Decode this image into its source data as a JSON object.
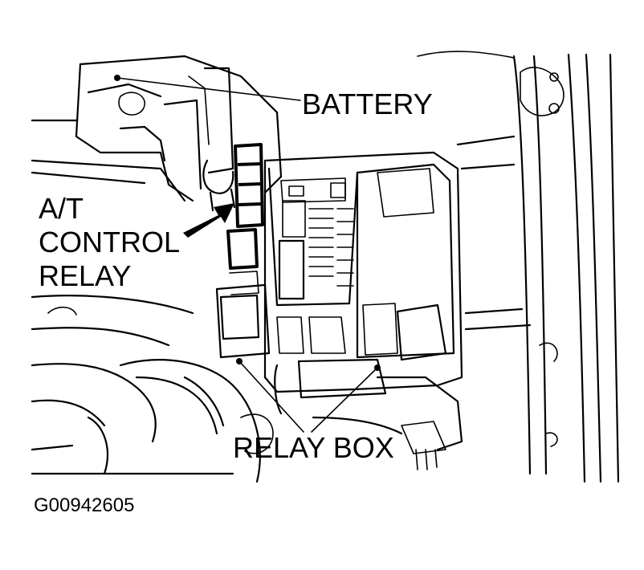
{
  "diagram": {
    "labels": {
      "battery": "BATTERY",
      "at_control_relay_line1": "A/T",
      "at_control_relay_line2": "CONTROL",
      "at_control_relay_line3": "RELAY",
      "relay_box": "RELAY BOX"
    },
    "figure_id": "G00942605"
  }
}
